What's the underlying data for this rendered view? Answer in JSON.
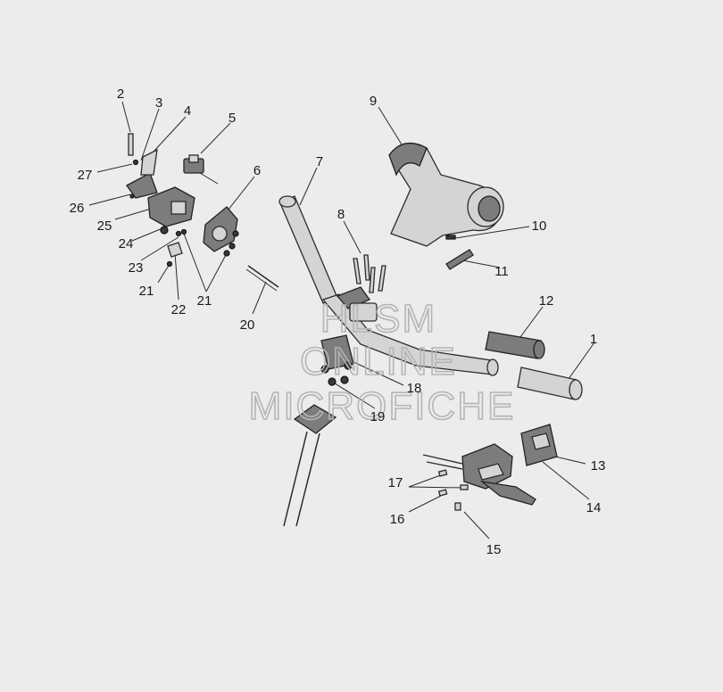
{
  "diagram": {
    "callouts": [
      "1",
      "2",
      "3",
      "4",
      "5",
      "6",
      "7",
      "8",
      "9",
      "10",
      "11",
      "12",
      "13",
      "14",
      "15",
      "16",
      "17",
      "18",
      "19",
      "20",
      "21",
      "21",
      "22",
      "23",
      "24",
      "25",
      "26",
      "27"
    ]
  },
  "watermark": {
    "line1": "HLSM",
    "line2": "ONLINE",
    "line3": "MICROFICHE"
  }
}
